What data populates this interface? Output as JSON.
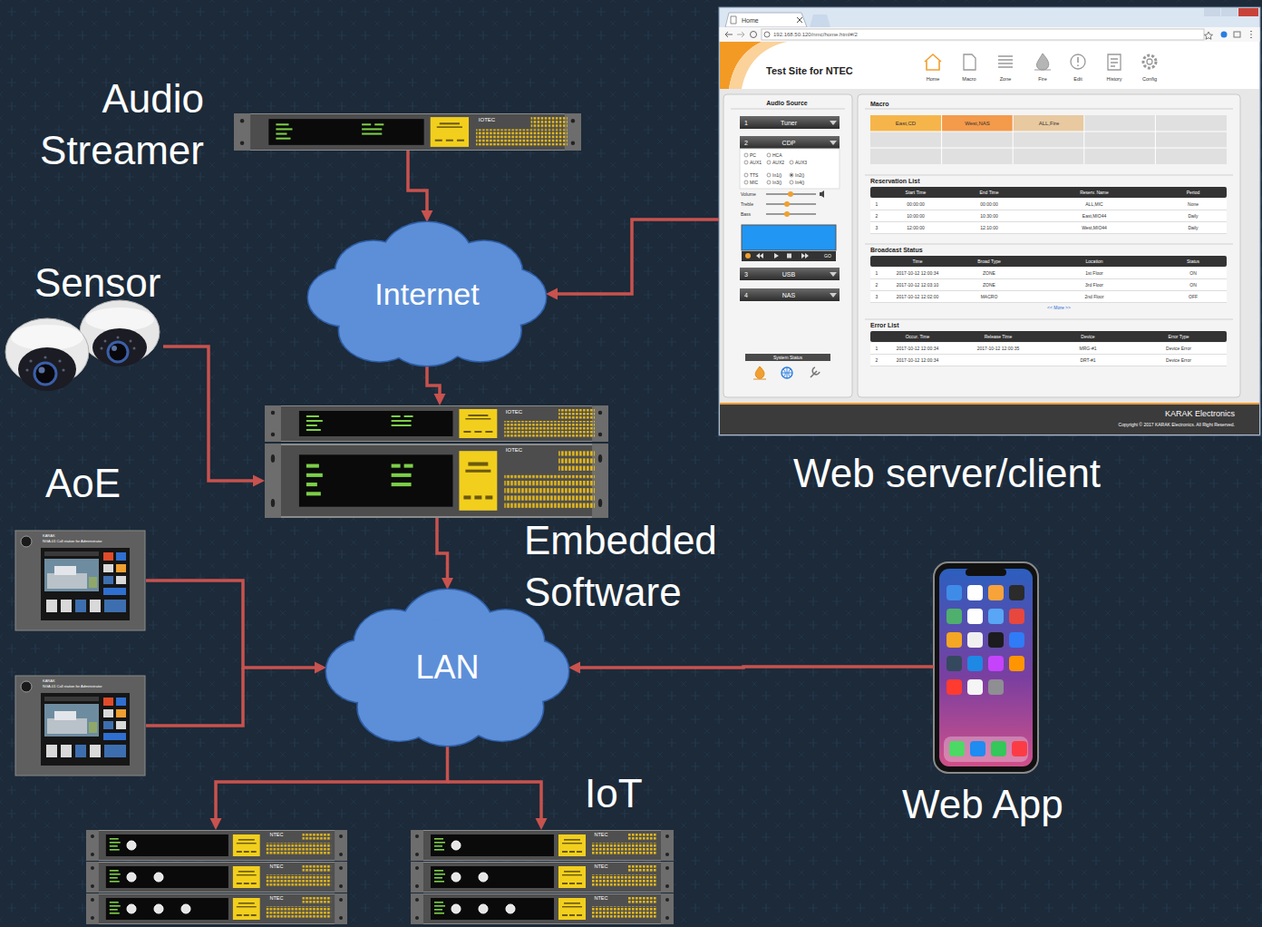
{
  "diagram": {
    "nodes": [
      {
        "text": [
          "Audio Streamer"
        ]
      },
      {
        "text": [
          "Web server/client"
        ]
      },
      {
        "text": [
          "Internet"
        ]
      },
      {
        "text": [
          "Sensor"
        ]
      },
      {
        "text": [
          "Embedded Software"
        ]
      },
      {
        "text": [
          "AoE"
        ]
      },
      {
        "text": [
          "LAN"
        ]
      },
      {
        "text": [
          "Web App"
        ]
      },
      {
        "text": [
          "IoT"
        ]
      }
    ],
    "edges": [
      {
        "from": 0,
        "to": 2,
        "arrow": "to"
      },
      {
        "from": 1,
        "to": 2,
        "arrow": "to"
      },
      {
        "from": 2,
        "to": 4,
        "arrow": "to"
      },
      {
        "from": 3,
        "to": 4,
        "arrow": "to"
      },
      {
        "from": 4,
        "to": 6,
        "arrow": "to"
      },
      {
        "from": 5,
        "to": 6,
        "arrow": "to"
      },
      {
        "from": 7,
        "to": 6,
        "arrow": "to"
      },
      {
        "from": 6,
        "to": 8,
        "arrow": "to"
      }
    ],
    "labels": [
      "Home",
      "192.168.50.120/nmc/home.html#/2",
      "Test Site for NTEC",
      "Home",
      "Macro",
      "Zone",
      "Fire",
      "Edit",
      "History",
      "Config",
      "Audio Source",
      "1",
      "Tuner",
      "2",
      "CDP",
      "PC",
      "HCA",
      "AUX1",
      "AUX2",
      "AUX3",
      "TTS",
      "In1()",
      "In2()",
      "MIC",
      "In3()",
      "In4()",
      "Volume",
      "Treble",
      "Bass",
      "GO",
      "3",
      "USB",
      "4",
      "NAS",
      "System Status",
      "Macro",
      "East,CD",
      "West,NAS",
      "ALL,Fire",
      "Reservation List",
      "Start Time",
      "End Time",
      "Reserv. Name",
      "Period",
      "1",
      "00:00:00",
      "00:00:00",
      "ALL,MIC",
      "None",
      "2",
      "10:00:00",
      "10:30:00",
      "East,MIO44",
      "Daily",
      "3",
      "12:00:00",
      "12:10:00",
      "West,MIO44",
      "Daily",
      "Broadcast Status",
      "Time",
      "Broad Type",
      "Location",
      "Status",
      "1",
      "2017-10-12 12:00:34",
      "ZONE",
      "1st Floor",
      "ON",
      "2",
      "2017-10-12 12:03:10",
      "ZONE",
      "3rd Floor",
      "ON",
      "3",
      "2017-10-12 12:02:00",
      "MACRO",
      "2nd Floor",
      "OFF",
      "<< More >>",
      "Error List",
      "Occur. Time",
      "Release Time",
      "Device",
      "Error Type",
      "1",
      "2017-10-12 12:00:34",
      "2017-10-12 12:00:35",
      "MRG-#1",
      "Device Error",
      "2",
      "2017-10-12 12:00:34",
      "DRT-#1",
      "Device Error",
      "KARAK Electronics",
      "Copyright © 2017 KARAK Electronics. All Right Reserved.",
      "IOTEC",
      "IOTEC",
      "IOTEC",
      "NTEC",
      "NTEC",
      "NTEC",
      "NTEC",
      "NTEC",
      "NTEC",
      "KARAK",
      "NGA-01 Call station for Administrator",
      "KARAK",
      "NGA-01 Call station for Administrator"
    ]
  }
}
